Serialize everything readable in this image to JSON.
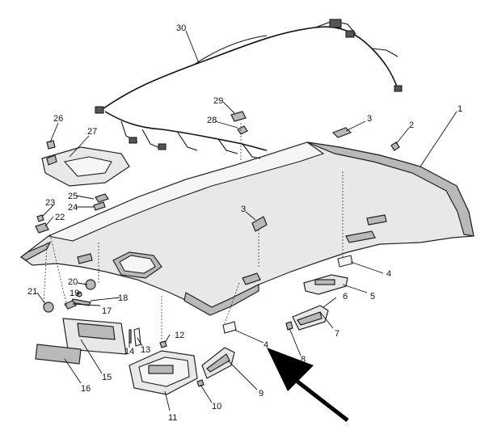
{
  "callouts": {
    "c1": "1",
    "c2": "2",
    "c3a": "3",
    "c3b": "3",
    "c4a": "4",
    "c4b": "4",
    "c5": "5",
    "c6": "6",
    "c7": "7",
    "c8": "8",
    "c9": "9",
    "c10": "10",
    "c11": "11",
    "c12": "12",
    "c13": "13",
    "c14": "14",
    "c15": "15",
    "c16": "16",
    "c17": "17",
    "c18": "18",
    "c19": "19",
    "c20": "20",
    "c21": "21",
    "c22": "22",
    "c23": "23",
    "c24": "24",
    "c25": "25",
    "c26": "26",
    "c27": "27",
    "c28": "28",
    "c29": "29",
    "c30": "30"
  },
  "colors": {
    "line": "#111111",
    "part_fill": "#e8e8e8",
    "shade": "#b9b9b9",
    "background": "#ffffff"
  }
}
